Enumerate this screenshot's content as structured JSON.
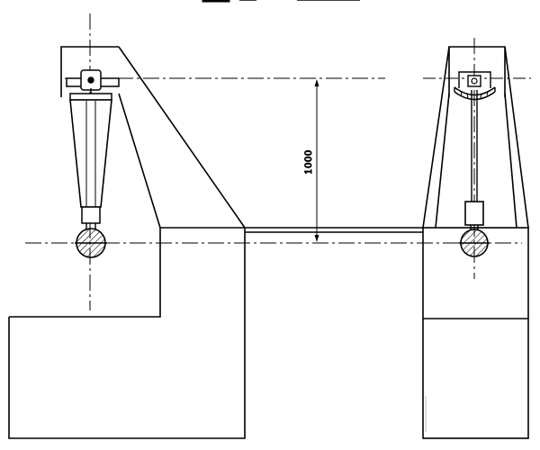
{
  "diagram": {
    "dimension_label": "1000",
    "colors": {
      "ink": "#000000",
      "paper": "#ffffff"
    },
    "parts": {
      "left_assembly": "clamp-on-cone-with-ball",
      "right_assembly": "frame-with-rod-and-ball",
      "base_blocks": [
        "left-l-shaped-base",
        "right-rect-base"
      ]
    }
  }
}
